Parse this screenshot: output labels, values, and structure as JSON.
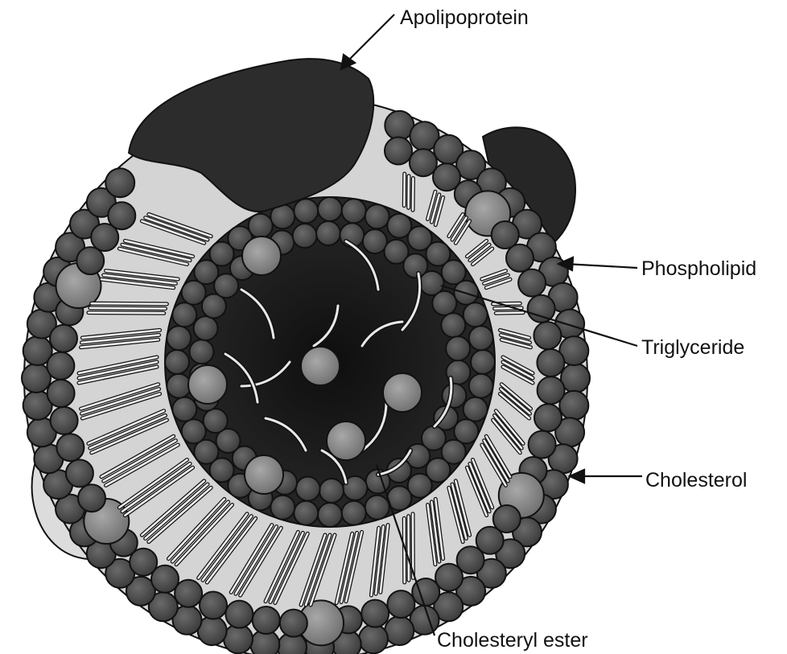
{
  "diagram": {
    "labels": {
      "apolipoprotein": "Apolipoprotein",
      "phospholipid": "Phospholipid",
      "triglyceride": "Triglyceride",
      "cholesterol": "Cholesterol",
      "cholesteryl_ester": "Cholesteryl ester"
    },
    "colors": {
      "protein": "#2c2c2c",
      "phospholipid_head": "#4a4a4a",
      "cholesterol": "#8a8a8a",
      "core": "#1c1c1c",
      "inner_layer": "#d8d8d8",
      "tail": "#f2f2f2",
      "outline": "#111111"
    }
  }
}
